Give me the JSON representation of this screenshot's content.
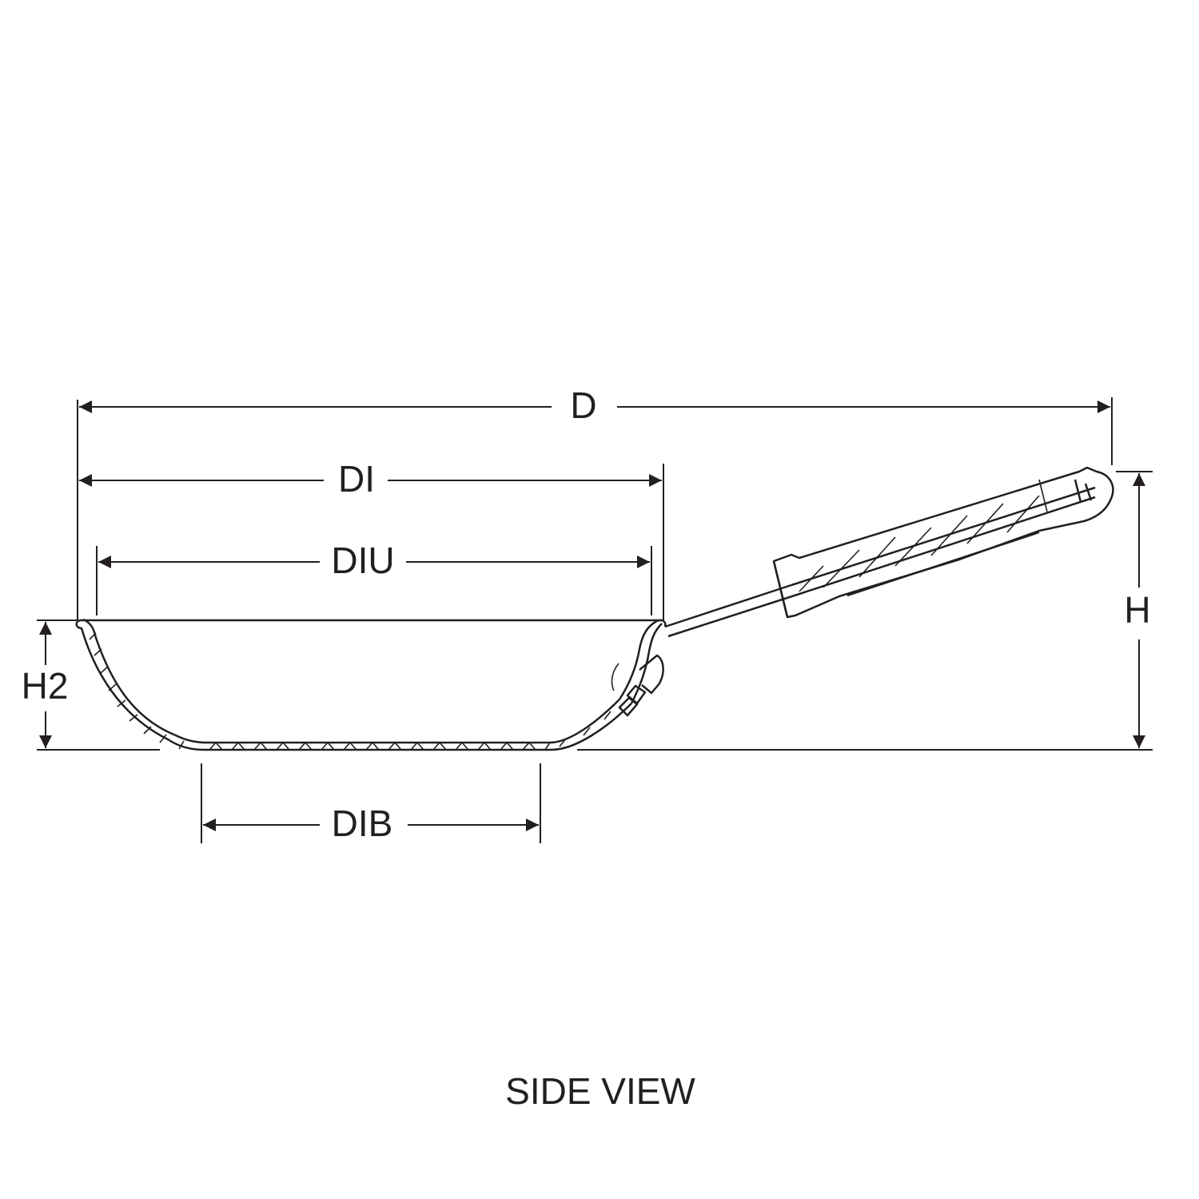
{
  "labels": {
    "d": "D",
    "di": "DI",
    "diu": "DIU",
    "h": "H",
    "h2": "H2",
    "dib": "DIB",
    "view_title": "SIDE VIEW"
  },
  "colors": {
    "line": "#231f20",
    "background": "#ffffff"
  }
}
